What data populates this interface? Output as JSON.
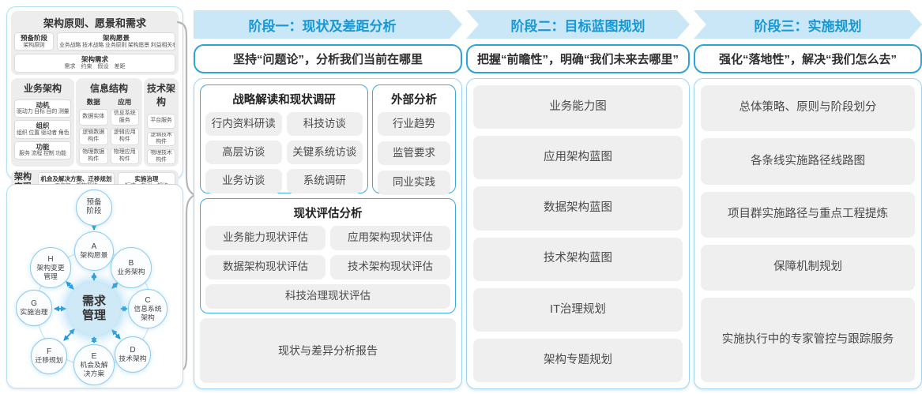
{
  "colors": {
    "band_bg": "#c9e7f6",
    "phase_title_blue": "#1798d6",
    "subtitle_border": "#2ea3da",
    "panel_border": "#9fd5f0",
    "group_border": "#3fa9dc",
    "item_bg": "#efefef",
    "arrow_blue": "#2299d8",
    "center_circle_fill": "#cfe9f7",
    "brace_gray": "#b5b5b5"
  },
  "left_panel": {
    "title": "架构原则、愿景和需求",
    "prep": {
      "title": "预备阶段",
      "sub": "架构原则"
    },
    "vision": {
      "title": "架构愿景",
      "sub": "业务战略 技术战略 业务原则 架构愿景 利益相关者"
    },
    "requirements": {
      "title": "架构需求",
      "sub": "需求　约束　假设　差距"
    },
    "business": {
      "title": "业务架构",
      "items": [
        {
          "title": "动机",
          "sub": "驱动力 目标 目的 测量"
        },
        {
          "title": "组织",
          "sub": "组织 位置 驱动者 角色"
        },
        {
          "title": "功能",
          "sub": "服务 流程 控制 功能"
        }
      ]
    },
    "information": {
      "title": "信息结构",
      "data_col": {
        "title": "数据",
        "items": [
          "数据实体",
          "逻辑数据构件",
          "物理数据构件"
        ]
      },
      "app_col": {
        "title": "应用",
        "items": [
          "信息系统服务",
          "逻辑应用构件",
          "物理应用构件"
        ]
      }
    },
    "technology": {
      "title": "技术架构",
      "items": [
        "平台服务",
        "逻辑技术构件",
        "物理技术构件"
      ]
    },
    "realization": {
      "title": "架构实现",
      "opportunity": {
        "title": "机会及解决方案、迁移规划",
        "sub": "工作包　架构契约"
      },
      "governance": {
        "title": "实施治理",
        "sub": "标准　指引　规格"
      }
    }
  },
  "adm_cycle": {
    "prep": "预备阶段",
    "center": "需求管理",
    "nodes": [
      {
        "id": "A",
        "label": "架构愿景"
      },
      {
        "id": "B",
        "label": "业务架构"
      },
      {
        "id": "C",
        "label": "信息系统架构"
      },
      {
        "id": "D",
        "label": "技术架构"
      },
      {
        "id": "E",
        "label": "机会及解决方案"
      },
      {
        "id": "F",
        "label": "迁移规划"
      },
      {
        "id": "G",
        "label": "实施治理"
      },
      {
        "id": "H",
        "label": "架构变更管理"
      }
    ]
  },
  "phases": [
    {
      "title": "阶段一：现状及差距分析",
      "subtitle": "坚持“问题论”，分析我们当前在哪里"
    },
    {
      "title": "阶段二：目标蓝图规划",
      "subtitle": "把握“前瞻性”，明确“我们未来去哪里”"
    },
    {
      "title": "阶段三：实施规划",
      "subtitle": "强化“落地性”，解决“我们怎么去”"
    }
  ],
  "phase1": {
    "strategy": {
      "title": "战略解读和现状调研",
      "items": [
        "行内资料研读",
        "科技访谈",
        "高层访谈",
        "关键系统访谈",
        "业务访谈",
        "系统调研"
      ]
    },
    "external": {
      "title": "外部分析",
      "items": [
        "行业趋势",
        "监管要求",
        "同业实践"
      ]
    },
    "assessment": {
      "title": "现状评估分析",
      "items": [
        "业务能力现状评估",
        "应用架构现状评估",
        "数据架构现状评估",
        "技术架构现状评估",
        "科技治理现状评估"
      ]
    },
    "report": "现状与差异分析报告"
  },
  "phase2": {
    "items": [
      "业务能力图",
      "应用架构蓝图",
      "数据架构蓝图",
      "技术架构蓝图",
      "IT治理规划",
      "架构专题规划"
    ]
  },
  "phase3": {
    "items": [
      "总体策略、原则与阶段划分",
      "各条线实施路径线路图",
      "项目群实施路径与重点工程提炼",
      "保障机制规划",
      "实施执行中的专家管控与跟踪服务"
    ]
  }
}
